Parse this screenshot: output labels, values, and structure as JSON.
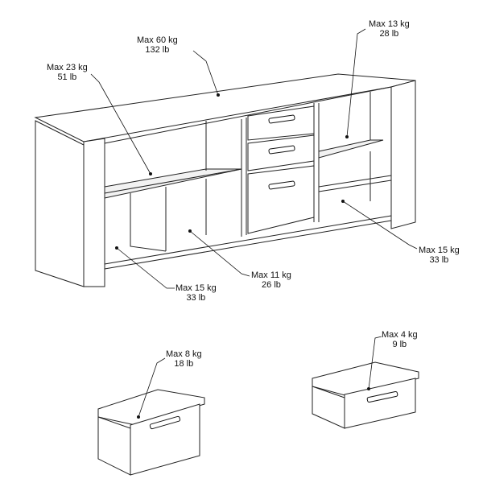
{
  "labels": {
    "top": {
      "kg": "Max 60 kg",
      "lb": "132 lb"
    },
    "left_shelf": {
      "kg": "Max 23 kg",
      "lb": "51 lb"
    },
    "right_top_shelf": {
      "kg": "Max 13 kg",
      "lb": "28 lb"
    },
    "right_bottom": {
      "kg": "Max 15 kg",
      "lb": "33 lb"
    },
    "left_bottom": {
      "kg": "Max 15 kg",
      "lb": "33 lb"
    },
    "middle_bottom": {
      "kg": "Max 11 kg",
      "lb": "26 lb"
    },
    "drawer_large": {
      "kg": "Max 8 kg",
      "lb": "18 lb"
    },
    "drawer_small": {
      "kg": "Max 4 kg",
      "lb": "9 lb"
    }
  }
}
